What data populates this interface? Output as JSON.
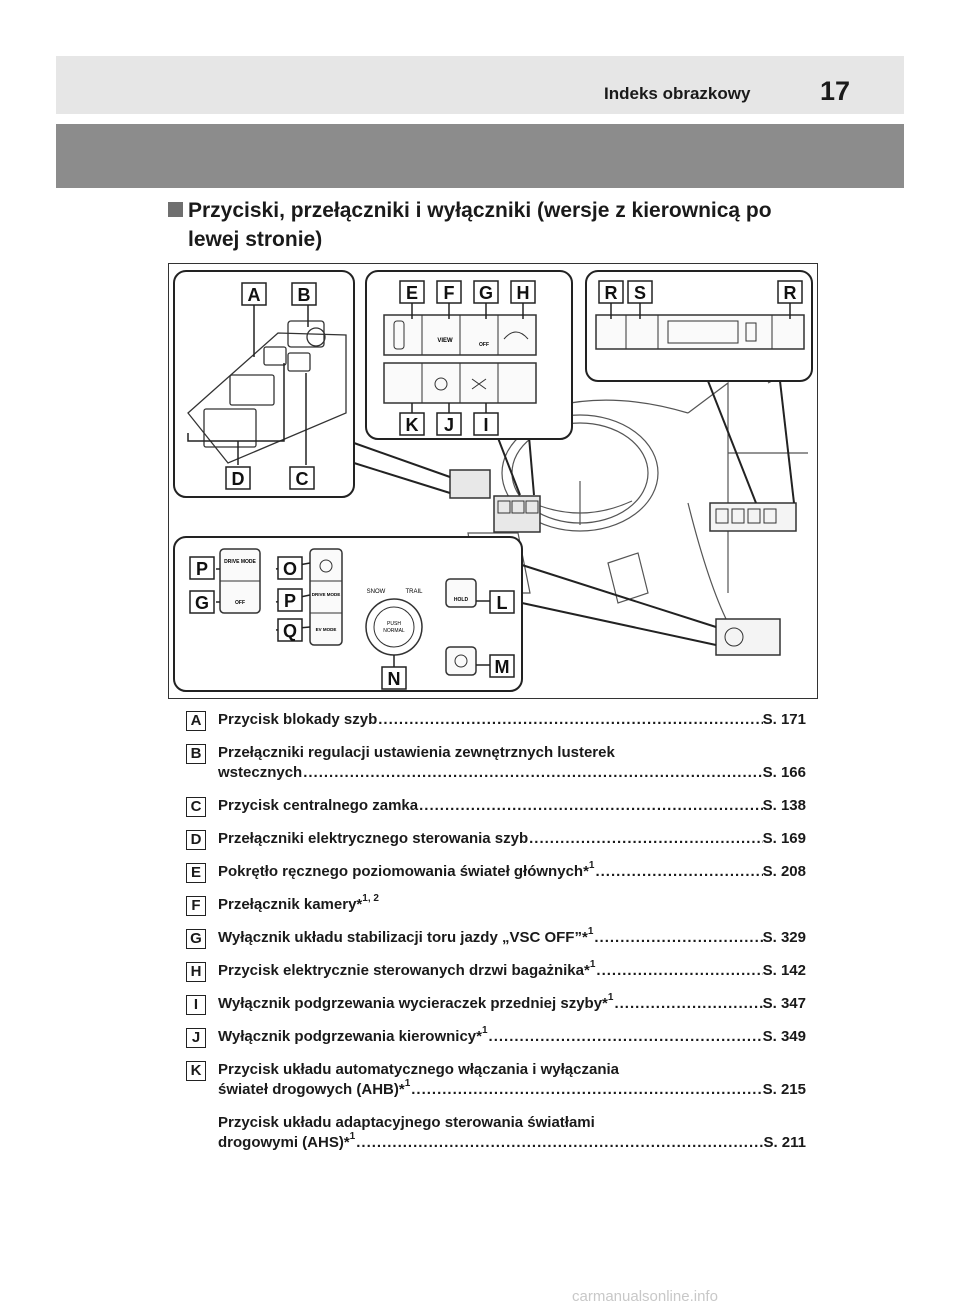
{
  "header": {
    "title": "Indeks obrazkowy",
    "page_number": "17"
  },
  "section": {
    "title": "Przyciski, przełączniki i wyłączniki (wersje z kierownicą po lewej stronie)"
  },
  "figure": {
    "callouts": [
      "A",
      "B",
      "C",
      "D",
      "E",
      "F",
      "G",
      "H",
      "I",
      "J",
      "K",
      "L",
      "M",
      "N",
      "O",
      "P",
      "Q",
      "R",
      "S"
    ],
    "switch_texts": {
      "view": "VIEW",
      "off": "OFF",
      "drive_mode": "DRIVE MODE",
      "ev_mode": "EV MODE",
      "snow": "SNOW",
      "trail": "TRAIL",
      "push": "PUSH",
      "normal": "NORMAL",
      "hold": "HOLD"
    }
  },
  "items": [
    {
      "badge": "A",
      "label": "Przycisk blokady szyb",
      "sup": "",
      "ref": "S. 171"
    },
    {
      "badge": "B",
      "label_line1": "Przełączniki regulacji ustawienia zewnętrznych lusterek",
      "label": "wstecznych",
      "sup": "",
      "ref": "S. 166"
    },
    {
      "badge": "C",
      "label": "Przycisk centralnego zamka",
      "sup": "",
      "ref": "S. 138"
    },
    {
      "badge": "D",
      "label": "Przełączniki elektrycznego sterowania szyb",
      "sup": "",
      "ref": "S. 169"
    },
    {
      "badge": "E",
      "label": "Pokrętło ręcznego poziomowania świateł głównych*",
      "sup": "1",
      "ref": "S. 208"
    },
    {
      "badge": "F",
      "label": "Przełącznik kamery*",
      "sup": "1, 2",
      "ref": ""
    },
    {
      "badge": "G",
      "label": "Wyłącznik układu stabilizacji toru jazdy „VSC OFF”*",
      "sup": "1",
      "ref": "S. 329"
    },
    {
      "badge": "H",
      "label": "Przycisk elektrycznie sterowanych drzwi bagażnika*",
      "sup": "1",
      "ref": "S. 142"
    },
    {
      "badge": "I",
      "label": "Wyłącznik podgrzewania wycieraczek przedniej szyby*",
      "sup": "1",
      "ref": "S. 347"
    },
    {
      "badge": "J",
      "label": "Wyłącznik podgrzewania kierownicy*",
      "sup": "1",
      "ref": "S. 349"
    },
    {
      "badge": "K",
      "label_line1": "Przycisk układu automatycznego włączania i wyłączania",
      "label": "świateł drogowych (AHB)*",
      "sup": "1",
      "ref": "S. 215"
    },
    {
      "badge": "",
      "label_line1": "Przycisk układu adaptacyjnego sterowania światłami",
      "label": "drogowymi (AHS)*",
      "sup": "1",
      "ref": "S. 211"
    }
  ],
  "footer": {
    "watermark": "carmanualsonline.info"
  }
}
